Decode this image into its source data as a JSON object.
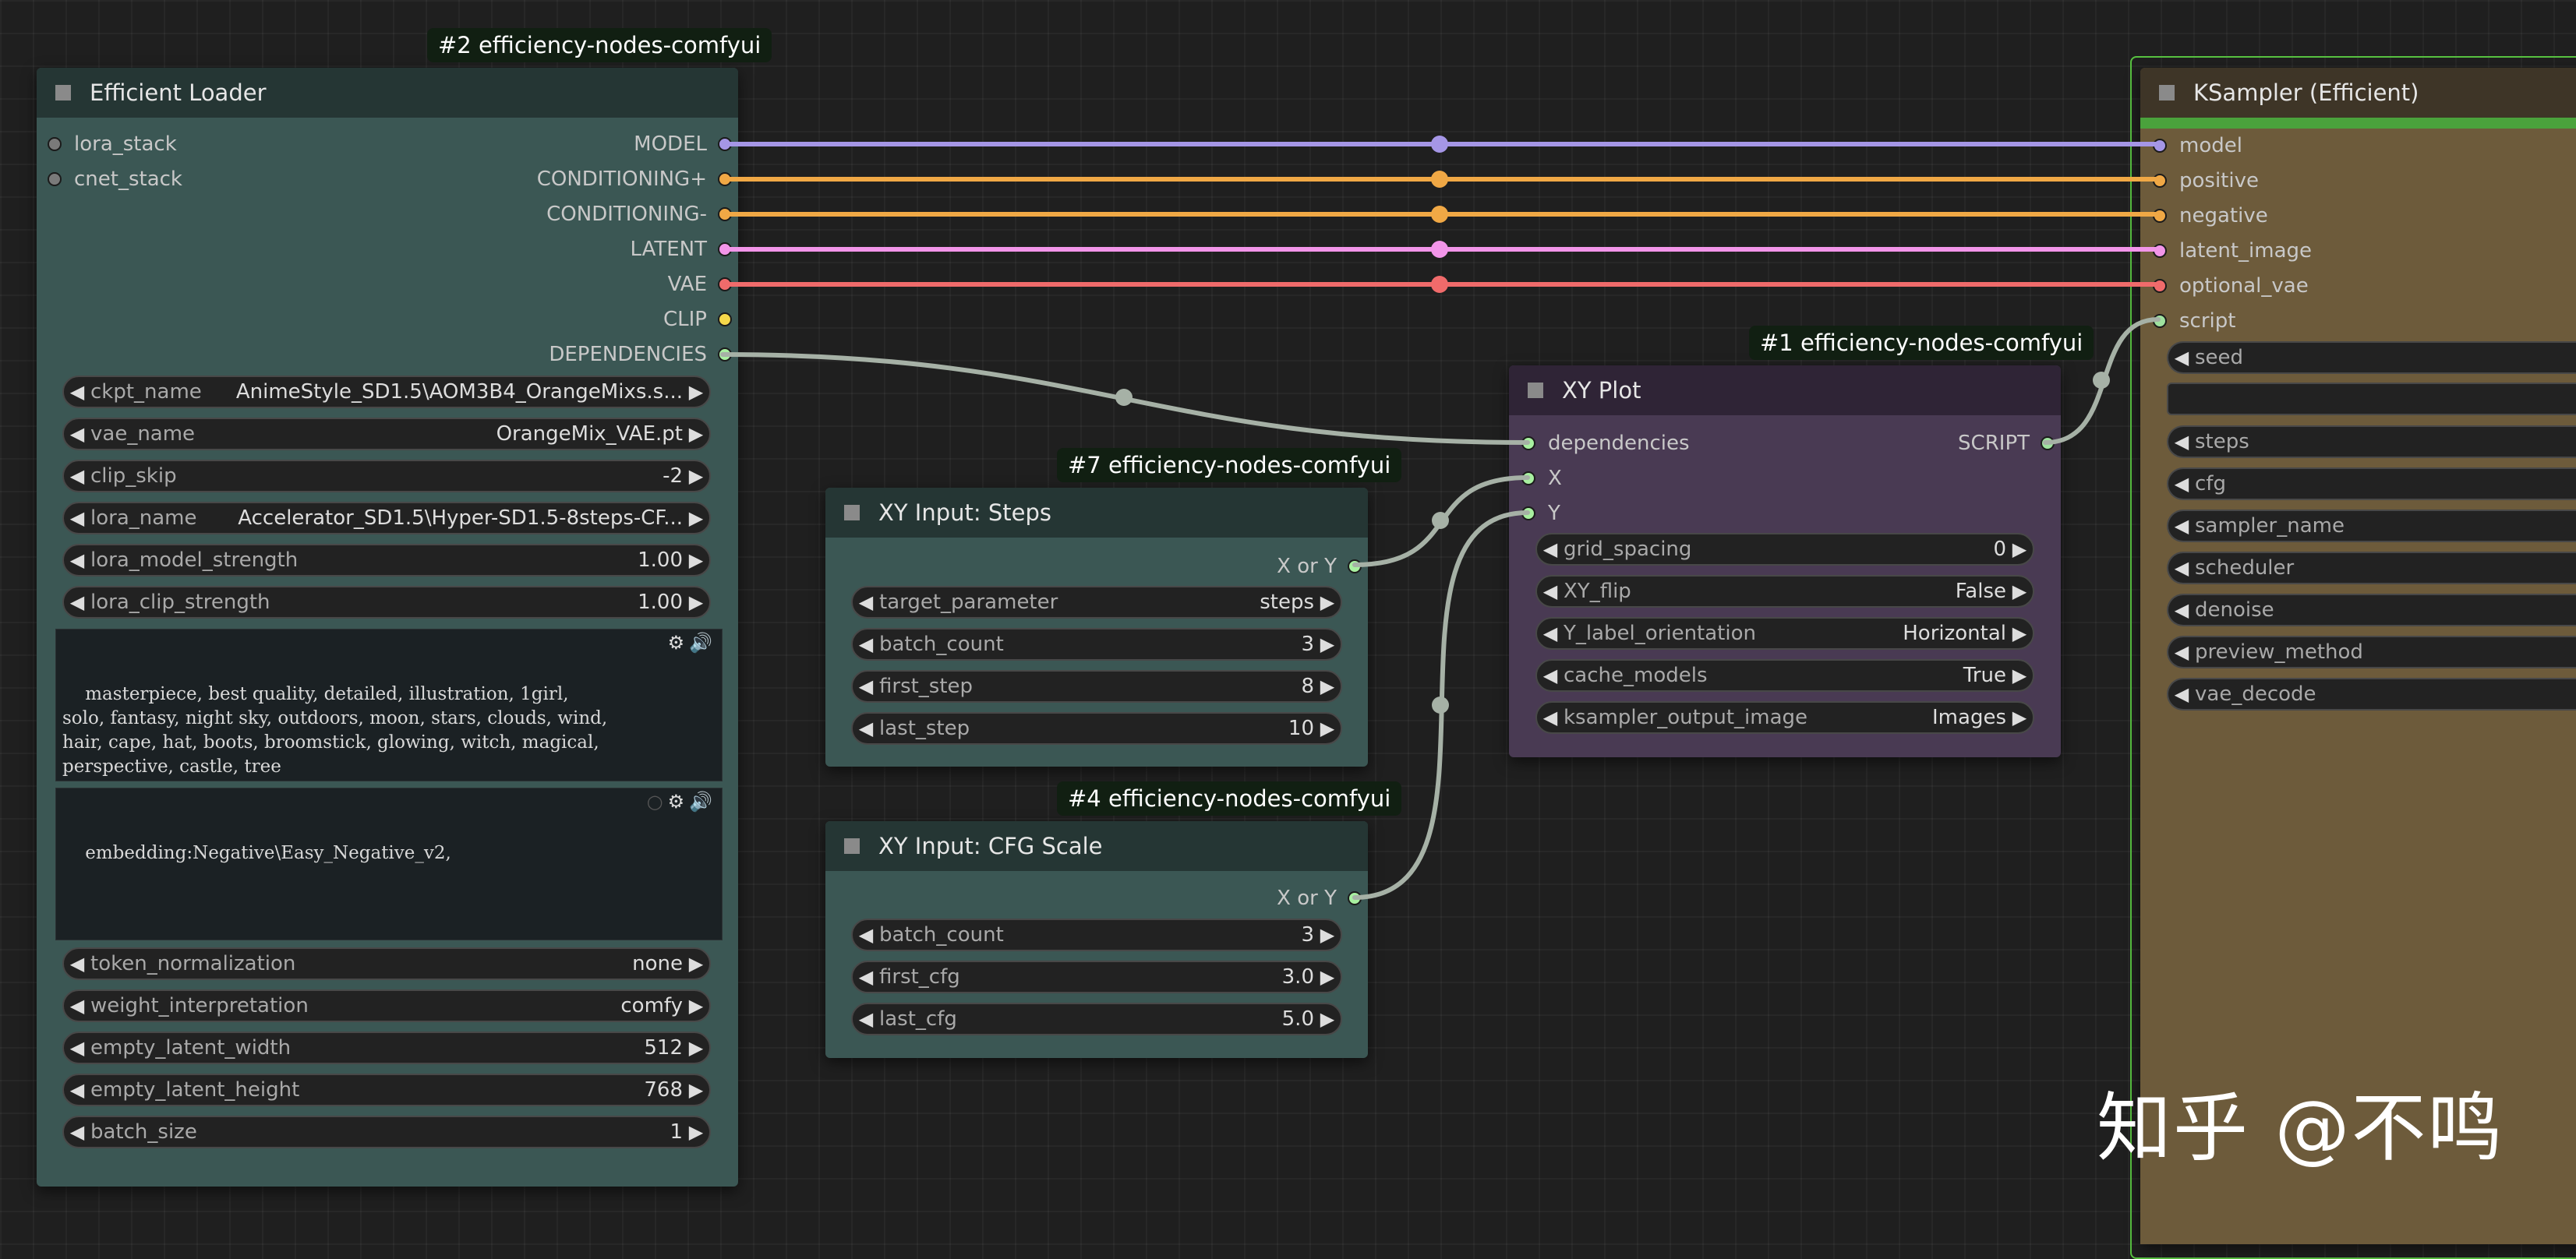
{
  "colors": {
    "model": "#a596e6",
    "conditioning": "#f0a845",
    "latent": "#f295e9",
    "vae": "#f06b6b",
    "clip": "#f5d84a",
    "dependencies": "#a8f0a0",
    "script": "#9fe29f",
    "generic_wire": "#a6b1a6",
    "ksampler_accent": "#4aa23c"
  },
  "efficient_loader": {
    "badge": "#2 efficiency-nodes-comfyui",
    "title": "Efficient Loader",
    "inputs": [
      {
        "label": "lora_stack"
      },
      {
        "label": "cnet_stack"
      }
    ],
    "outputs": [
      {
        "label": "MODEL",
        "color": "#a596e6"
      },
      {
        "label": "CONDITIONING+",
        "color": "#f0a845"
      },
      {
        "label": "CONDITIONING-",
        "color": "#f0a845"
      },
      {
        "label": "LATENT",
        "color": "#f295e9"
      },
      {
        "label": "VAE",
        "color": "#f06b6b"
      },
      {
        "label": "CLIP",
        "color": "#f5d84a"
      },
      {
        "label": "DEPENDENCIES",
        "color": "#a8f0a0"
      }
    ],
    "widgets_top": [
      {
        "label": "ckpt_name",
        "value": "AnimeStyle_SD1.5\\AOM3B4_OrangeMixs.s..."
      },
      {
        "label": "vae_name",
        "value": "OrangeMix_VAE.pt"
      },
      {
        "label": "clip_skip",
        "value": "-2"
      },
      {
        "label": "lora_name",
        "value": "Accelerator_SD1.5\\Hyper-SD1.5-8steps-CF..."
      },
      {
        "label": "lora_model_strength",
        "value": "1.00"
      },
      {
        "label": "lora_clip_strength",
        "value": "1.00"
      }
    ],
    "positive_prompt": "masterpiece, best quality, detailed, illustration, 1girl,\nsolo, fantasy, night sky, outdoors, moon, stars, clouds, wind,\nhair, cape, hat, boots, broomstick, glowing, witch, magical,\nperspective, castle, tree",
    "negative_prompt": "embedding:Negative\\Easy_Negative_v2,",
    "widgets_bottom": [
      {
        "label": "token_normalization",
        "value": "none"
      },
      {
        "label": "weight_interpretation",
        "value": "comfy"
      },
      {
        "label": "empty_latent_width",
        "value": "512"
      },
      {
        "label": "empty_latent_height",
        "value": "768"
      },
      {
        "label": "batch_size",
        "value": "1"
      }
    ]
  },
  "xy_steps": {
    "badge": "#7 efficiency-nodes-comfyui",
    "title": "XY Input: Steps",
    "output": "X or Y",
    "widgets": [
      {
        "label": "target_parameter",
        "value": "steps"
      },
      {
        "label": "batch_count",
        "value": "3"
      },
      {
        "label": "first_step",
        "value": "8"
      },
      {
        "label": "last_step",
        "value": "10"
      }
    ]
  },
  "xy_cfg": {
    "badge": "#4 efficiency-nodes-comfyui",
    "title": "XY Input: CFG Scale",
    "output": "X or Y",
    "widgets": [
      {
        "label": "batch_count",
        "value": "3"
      },
      {
        "label": "first_cfg",
        "value": "3.0"
      },
      {
        "label": "last_cfg",
        "value": "5.0"
      }
    ]
  },
  "xy_plot": {
    "badge": "#1 efficiency-nodes-comfyui",
    "title": "XY Plot",
    "inputs": [
      {
        "label": "dependencies"
      },
      {
        "label": "X"
      },
      {
        "label": "Y"
      }
    ],
    "output": "SCRIPT",
    "widgets": [
      {
        "label": "grid_spacing",
        "value": "0"
      },
      {
        "label": "XY_flip",
        "value": "False"
      },
      {
        "label": "Y_label_orientation",
        "value": "Horizontal"
      },
      {
        "label": "cache_models",
        "value": "True"
      },
      {
        "label": "ksampler_output_image",
        "value": "Images"
      }
    ]
  },
  "ksampler": {
    "title": "KSampler (Efficient)",
    "inputs": [
      {
        "label": "model",
        "color": "#a596e6"
      },
      {
        "label": "positive",
        "color": "#f0a845"
      },
      {
        "label": "negative",
        "color": "#f0a845"
      },
      {
        "label": "latent_image",
        "color": "#f295e9"
      },
      {
        "label": "optional_vae",
        "color": "#f06b6b"
      },
      {
        "label": "script",
        "color": "#9fe29f"
      }
    ],
    "widgets": [
      {
        "label": "seed"
      },
      {
        "label": ""
      },
      {
        "label": "steps"
      },
      {
        "label": "cfg"
      },
      {
        "label": "sampler_name"
      },
      {
        "label": "scheduler"
      },
      {
        "label": "denoise"
      },
      {
        "label": "preview_method"
      },
      {
        "label": "vae_decode"
      }
    ]
  },
  "watermark": "知乎 @不鸣"
}
